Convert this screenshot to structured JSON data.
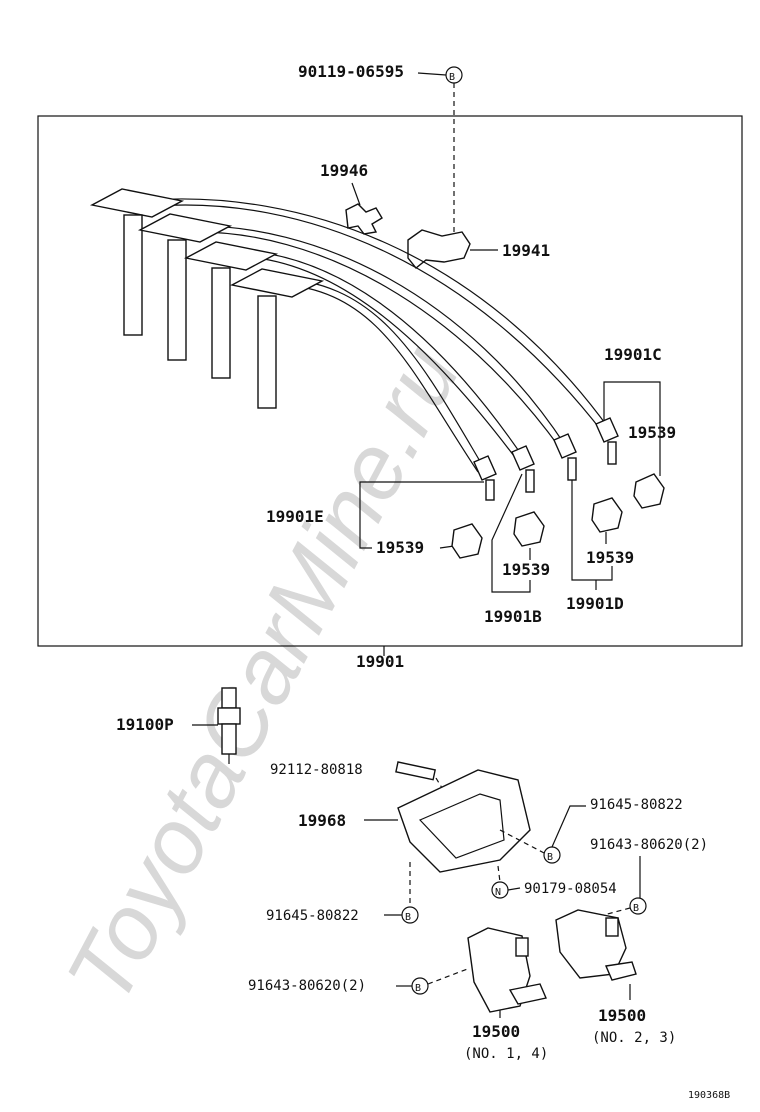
{
  "watermark": "ToyotaCarMine.ru",
  "labels": {
    "bolt_top": "90119-06595",
    "clamp_19946": "19946",
    "clamp_19941": "19941",
    "wire_c": "19901C",
    "cap_c": "19539",
    "wire_e": "19901E",
    "cap_e": "19539",
    "cap_b": "19539",
    "cap_d": "19539",
    "wire_b": "19901B",
    "wire_d": "19901D",
    "wire_set": "19901",
    "spark_plug": "19100P",
    "stud": "92112-80818",
    "bracket": "19968",
    "bolt_right": "91645-80822",
    "bolt_right2": "91643-80620(2)",
    "nut": "90179-08054",
    "bolt_left": "91645-80822",
    "bolt_left2": "91643-80620(2)",
    "coil_left": "19500",
    "coil_left_note": "(NO. 1, 4)",
    "coil_right": "19500",
    "coil_right_note": "(NO. 2, 3)",
    "diagram_id": "190368B"
  },
  "markers": {
    "b": "B",
    "n": "N"
  }
}
